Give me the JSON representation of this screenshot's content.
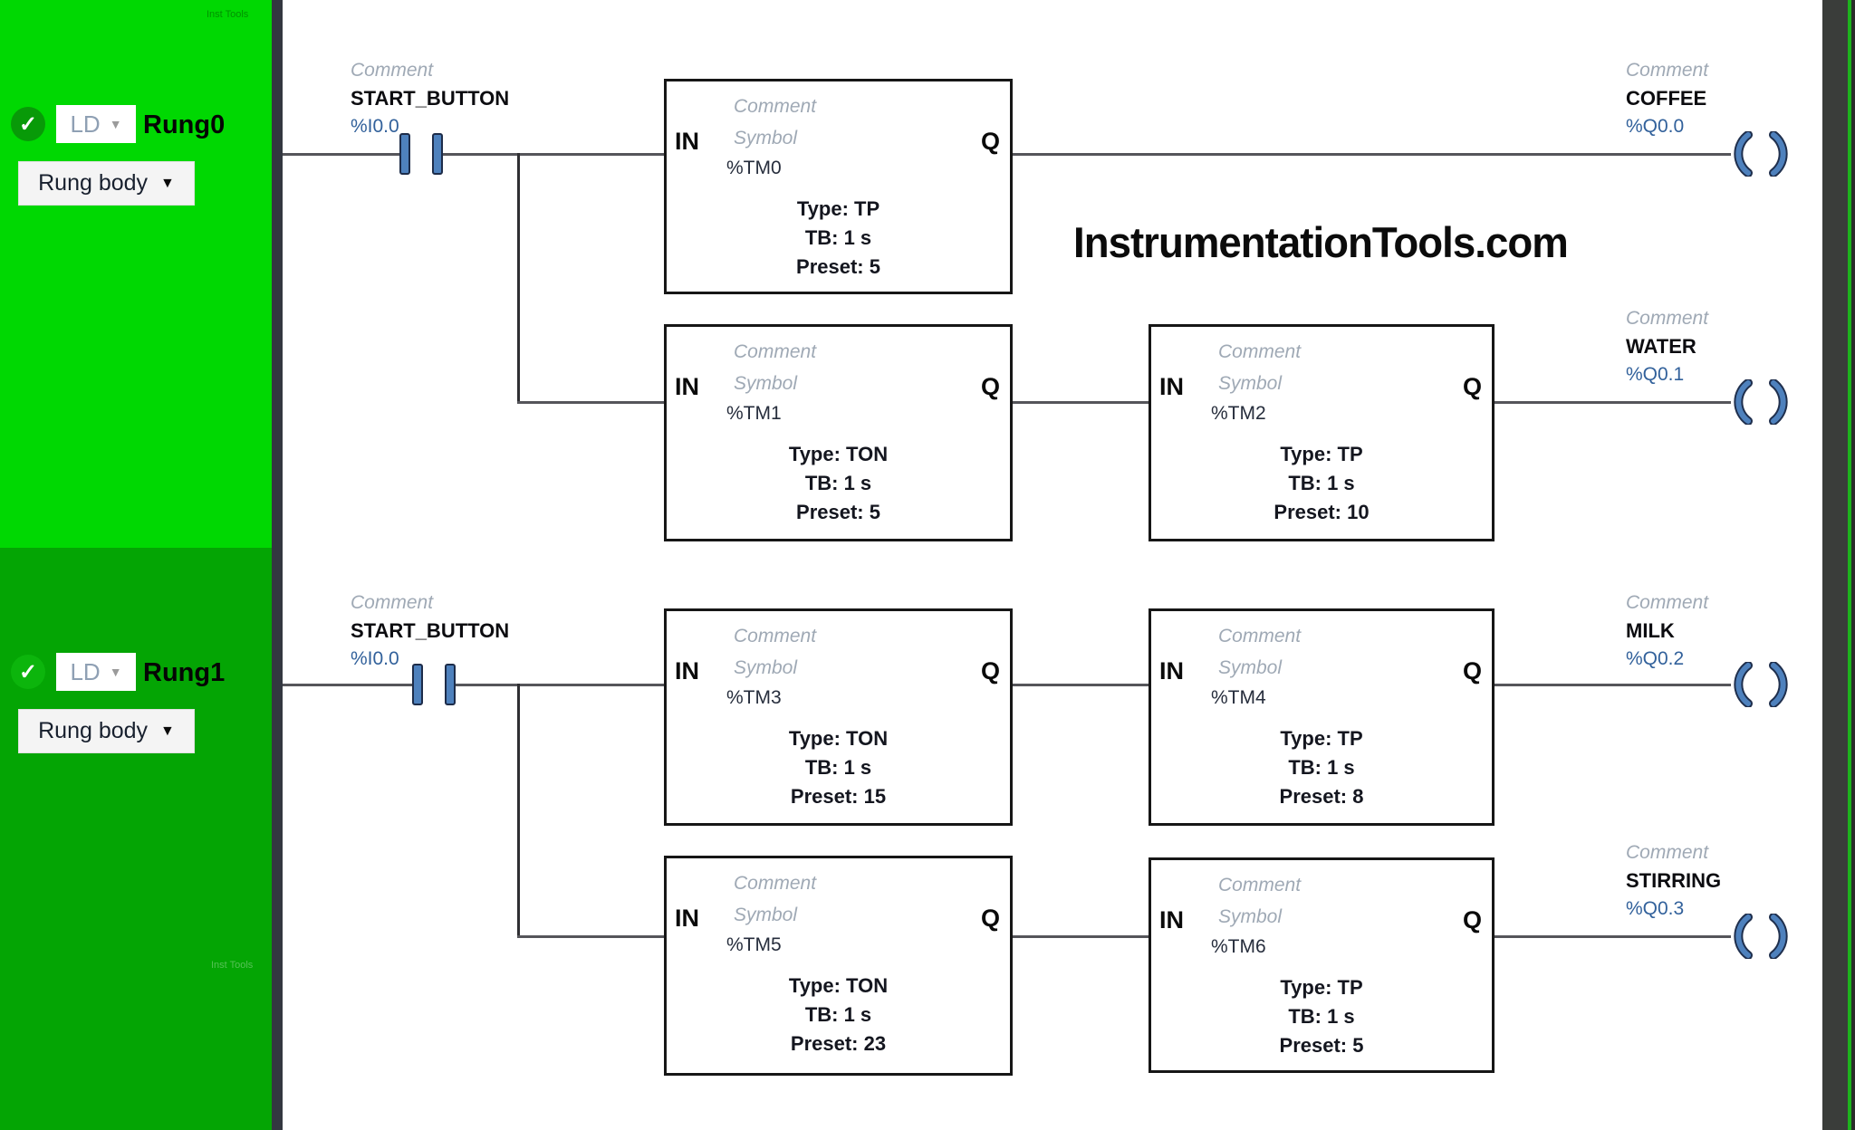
{
  "icons": {
    "check": "✓",
    "dropdown_arrow": "▼"
  },
  "sidebar": {
    "rung0": {
      "lang": "LD",
      "name": "Rung0",
      "body": "Rung body"
    },
    "rung1": {
      "lang": "LD",
      "name": "Rung1",
      "body": "Rung body"
    }
  },
  "watermarks": {
    "main": "InstrumentationTools.com",
    "top_small": "Inst Tools",
    "bottom_small": "Inst Tools"
  },
  "labels": {
    "comment": "Comment",
    "symbol": "Symbol",
    "in": "IN",
    "q": "Q"
  },
  "rung0": {
    "contact": {
      "name": "START_BUTTON",
      "address": "%I0.0"
    },
    "timers": [
      {
        "address": "%TM0",
        "type": "Type: TP",
        "tb": "TB: 1 s",
        "preset": "Preset: 5"
      },
      {
        "address": "%TM1",
        "type": "Type: TON",
        "tb": "TB: 1 s",
        "preset": "Preset: 5"
      },
      {
        "address": "%TM2",
        "type": "Type: TP",
        "tb": "TB: 1 s",
        "preset": "Preset: 10"
      }
    ],
    "coils": [
      {
        "name": "COFFEE",
        "address": "%Q0.0"
      },
      {
        "name": "WATER",
        "address": "%Q0.1"
      }
    ]
  },
  "rung1": {
    "contact": {
      "name": "START_BUTTON",
      "address": "%I0.0"
    },
    "timers": [
      {
        "address": "%TM3",
        "type": "Type: TON",
        "tb": "TB: 1 s",
        "preset": "Preset: 15"
      },
      {
        "address": "%TM4",
        "type": "Type: TP",
        "tb": "TB: 1 s",
        "preset": "Preset: 8"
      },
      {
        "address": "%TM5",
        "type": "Type: TON",
        "tb": "TB: 1 s",
        "preset": "Preset: 23"
      },
      {
        "address": "%TM6",
        "type": "Type: TP",
        "tb": "TB: 1 s",
        "preset": "Preset: 5"
      }
    ],
    "coils": [
      {
        "name": "MILK",
        "address": "%Q0.2"
      },
      {
        "name": "STIRRING",
        "address": "%Q0.3"
      }
    ]
  }
}
